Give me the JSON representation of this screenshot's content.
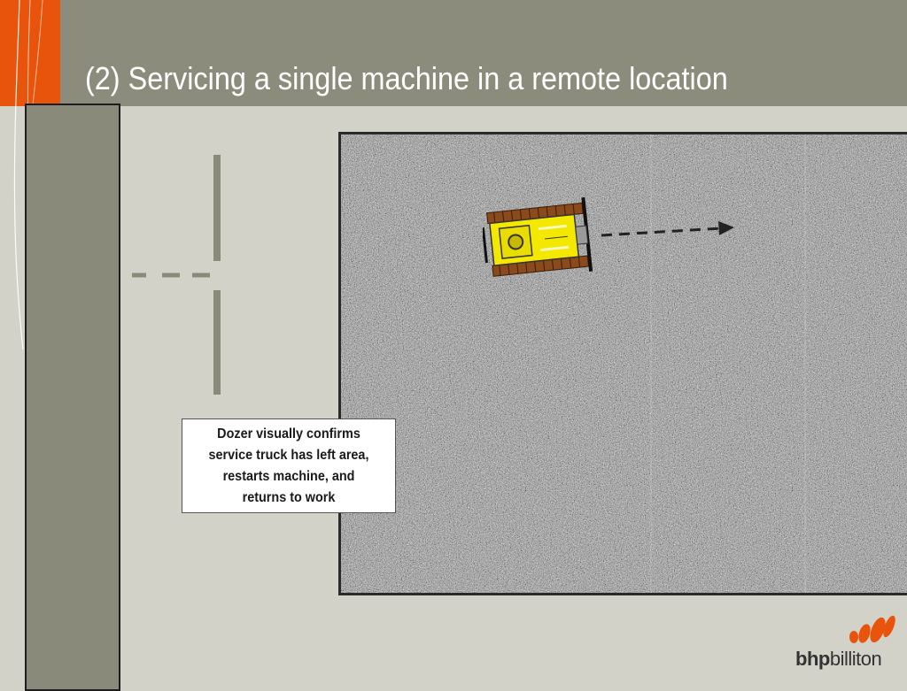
{
  "slide": {
    "title": "(2) Servicing a single machine in a remote location"
  },
  "callout": {
    "text": "Dozer visually confirms service truck has left area, restarts machine, and returns to work"
  },
  "logo": {
    "brand_bold": "bhp",
    "brand_regular": "billiton",
    "mark_icon": "bhp-billiton-dots-icon"
  },
  "icons": {
    "dozer": "bulldozer-icon",
    "direction": "dashed-arrow-icon"
  },
  "colors": {
    "header": "#8c8c7c",
    "accent_orange": "#e8540c",
    "background": "#d2d2c8",
    "panel": "#8a8a7a",
    "dozer_body": "#f5e800",
    "dozer_tracks": "#8b4a1c"
  }
}
